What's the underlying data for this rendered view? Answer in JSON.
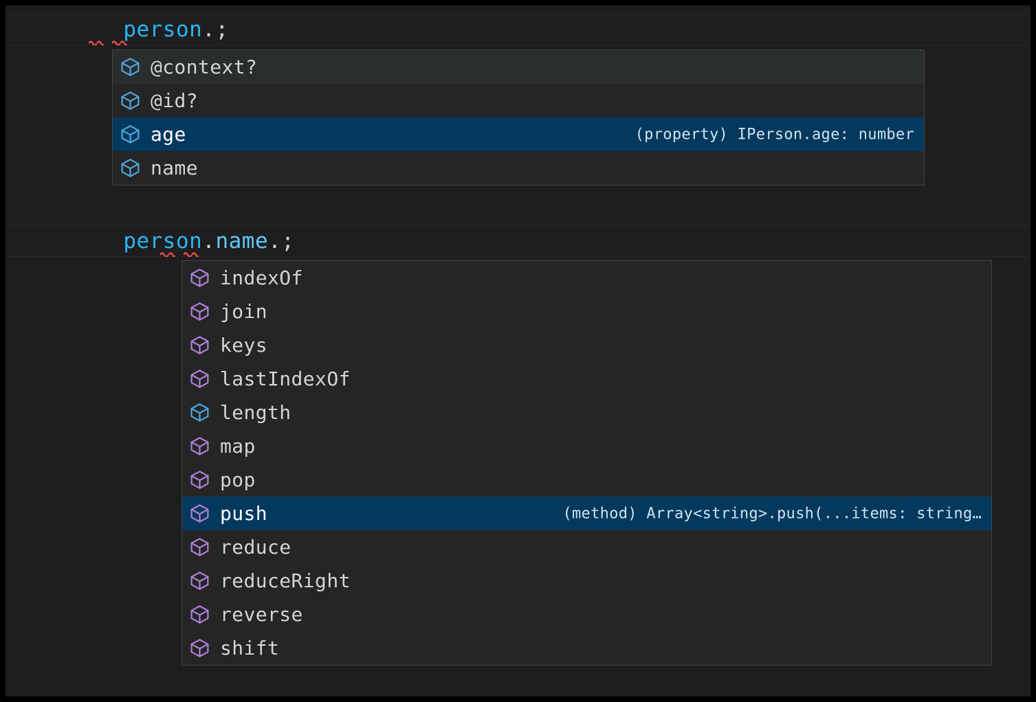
{
  "theme": {
    "editor_background": "#1E1E1E",
    "frame_color": "#000000",
    "widget_background": "#252526",
    "widget_border": "#454545",
    "row_hover_background": "#2A2D2E",
    "row_selected_background": "#04395E",
    "text_color": "#D4D4D4",
    "selected_text_color": "#FFFFFF",
    "variable_color": "#29B6F6",
    "property_color": "#5FC9F8",
    "punctuation_color": "#D4D4D4",
    "error_squiggle_color": "#F14C4C",
    "method_icon_color": "#B180D7",
    "property_icon_color": "#4FA6E0"
  },
  "editor": {
    "lines": [
      {
        "name": "line-1",
        "segments": [
          {
            "text": "person",
            "kind": "variable"
          },
          {
            "text": ".",
            "kind": "punctuation"
          },
          {
            "text": ";",
            "kind": "punctuation"
          }
        ],
        "full_text": "person.;",
        "has_error_squiggle": true
      },
      {
        "name": "line-2",
        "segments": [
          {
            "text": "person",
            "kind": "variable"
          },
          {
            "text": ".",
            "kind": "punctuation"
          },
          {
            "text": "name",
            "kind": "property"
          },
          {
            "text": ".",
            "kind": "punctuation"
          },
          {
            "text": ";",
            "kind": "punctuation"
          }
        ],
        "full_text": "person.name.;",
        "has_error_squiggle": true
      }
    ]
  },
  "suggest_widgets": [
    {
      "name": "suggest-widget-person",
      "for_expression": "person.",
      "selected_index": 2,
      "items": [
        {
          "label": "@context?",
          "icon": "property-cube-icon",
          "icon_kind": "property",
          "detail": "",
          "state": "hovered"
        },
        {
          "label": "@id?",
          "icon": "property-cube-icon",
          "icon_kind": "property",
          "detail": "",
          "state": "normal"
        },
        {
          "label": "age",
          "icon": "property-cube-icon",
          "icon_kind": "property",
          "detail": "(property) IPerson.age: number",
          "state": "selected"
        },
        {
          "label": "name",
          "icon": "property-cube-icon",
          "icon_kind": "property",
          "detail": "",
          "state": "normal"
        }
      ]
    },
    {
      "name": "suggest-widget-person-name",
      "for_expression": "person.name.",
      "selected_index": 7,
      "items": [
        {
          "label": "indexOf",
          "icon": "method-cube-icon",
          "icon_kind": "method",
          "detail": "",
          "state": "normal"
        },
        {
          "label": "join",
          "icon": "method-cube-icon",
          "icon_kind": "method",
          "detail": "",
          "state": "normal"
        },
        {
          "label": "keys",
          "icon": "method-cube-icon",
          "icon_kind": "method",
          "detail": "",
          "state": "normal"
        },
        {
          "label": "lastIndexOf",
          "icon": "method-cube-icon",
          "icon_kind": "method",
          "detail": "",
          "state": "normal"
        },
        {
          "label": "length",
          "icon": "property-cube-icon",
          "icon_kind": "property",
          "detail": "",
          "state": "normal"
        },
        {
          "label": "map",
          "icon": "method-cube-icon",
          "icon_kind": "method",
          "detail": "",
          "state": "normal"
        },
        {
          "label": "pop",
          "icon": "method-cube-icon",
          "icon_kind": "method",
          "detail": "",
          "state": "normal"
        },
        {
          "label": "push",
          "icon": "method-cube-icon",
          "icon_kind": "method",
          "detail": "(method) Array<string>.push(...items: string…",
          "state": "selected"
        },
        {
          "label": "reduce",
          "icon": "method-cube-icon",
          "icon_kind": "method",
          "detail": "",
          "state": "normal"
        },
        {
          "label": "reduceRight",
          "icon": "method-cube-icon",
          "icon_kind": "method",
          "detail": "",
          "state": "normal"
        },
        {
          "label": "reverse",
          "icon": "method-cube-icon",
          "icon_kind": "method",
          "detail": "",
          "state": "normal"
        },
        {
          "label": "shift",
          "icon": "method-cube-icon",
          "icon_kind": "method",
          "detail": "",
          "state": "normal"
        }
      ]
    }
  ]
}
